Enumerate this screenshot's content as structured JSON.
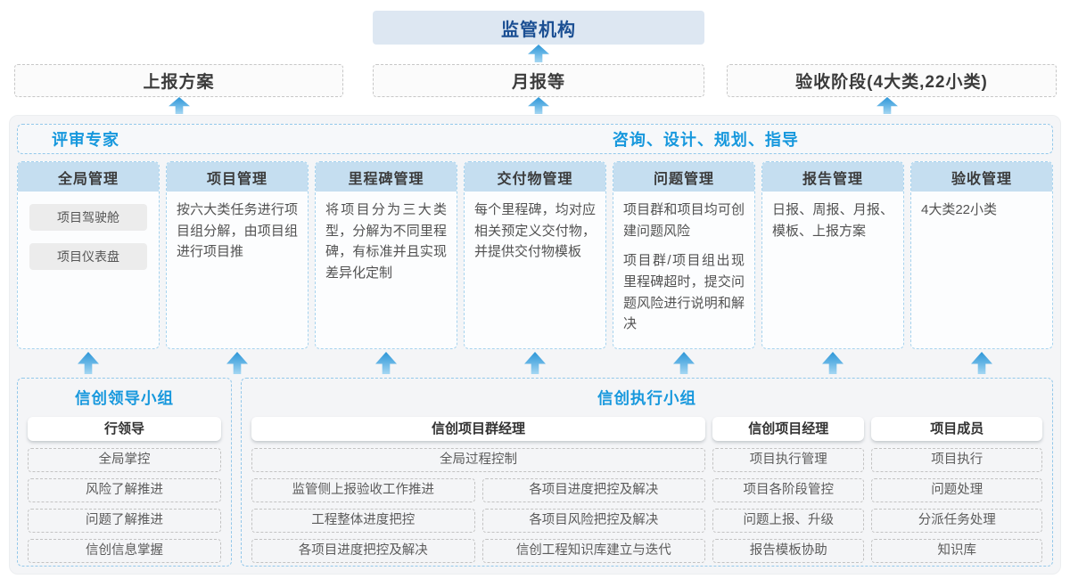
{
  "top": {
    "regulator": "监管机构",
    "report_boxes": [
      {
        "label": "上报方案"
      },
      {
        "label": "月报等"
      },
      {
        "label": "验收阶段(4大类,22小类)"
      }
    ]
  },
  "middle": {
    "left_header": "评审专家",
    "right_header": "咨询、设计、规划、指导",
    "columns": [
      {
        "title": "全局管理",
        "chips": [
          "项目驾驶舱",
          "项目仪表盘"
        ]
      },
      {
        "title": "项目管理",
        "p1": "按六大类任务进行项目组分解，由项目组进行项目推"
      },
      {
        "title": "里程碑管理",
        "p1": "将项目分为三大类型，分解为不同里程碑，有标准并且实现差异化定制"
      },
      {
        "title": "交付物管理",
        "p1": "每个里程碑，均对应相关预定义交付物，并提供交付物模板"
      },
      {
        "title": "问题管理",
        "p1": "项目群和项目均可创建问题风险",
        "p2": "项目群/项目组出现里程碑超时，提交问题风险进行说明和解决"
      },
      {
        "title": "报告管理",
        "p1": "日报、周报、月报、模板、上报方案"
      },
      {
        "title": "验收管理",
        "p1": "4大类22小类"
      }
    ]
  },
  "bottom": {
    "leader_group": {
      "title": "信创领导小组",
      "role": "行领导",
      "items": [
        "全局掌控",
        "风险了解推进",
        "问题了解推进",
        "信创信息掌握"
      ]
    },
    "exec_group": {
      "title": "信创执行小组",
      "pgm": {
        "role": "信创项目群经理",
        "full_item": "全局过程控制",
        "col1": [
          "监管侧上报验收工作推进",
          "工程整体进度把控",
          "各项目进度把控及解决"
        ],
        "col2": [
          "各项目进度把控及解决",
          "各项目风险把控及解决",
          "信创工程知识库建立与迭代"
        ]
      },
      "pm": {
        "role": "信创项目经理",
        "items": [
          "项目执行管理",
          "项目各阶段管控",
          "问题上报、升级",
          "报告模板协助"
        ]
      },
      "member": {
        "role": "项目成员",
        "items": [
          "项目执行",
          "问题处理",
          "分派任务处理",
          "知识库"
        ]
      }
    }
  },
  "colors": {
    "accent_blue": "#1798dd",
    "navy_text": "#1b4f93",
    "regulator_fill": "#dde7f2",
    "column_header_fill": "#c5def0",
    "dashed_blue_border": "#93c8ea",
    "arrow_gradient_top": "#2d96d7",
    "arrow_gradient_bottom": "#a5d7f2",
    "panel_background": "#f4f5f7"
  }
}
